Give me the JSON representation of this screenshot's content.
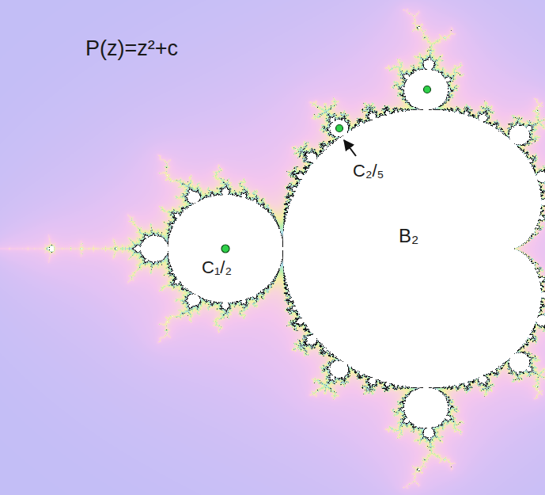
{
  "diagram": {
    "labels": [
      "P(z)=z²+c",
      "C₁/₂",
      "C₂/₅",
      "B₂"
    ]
  }
}
